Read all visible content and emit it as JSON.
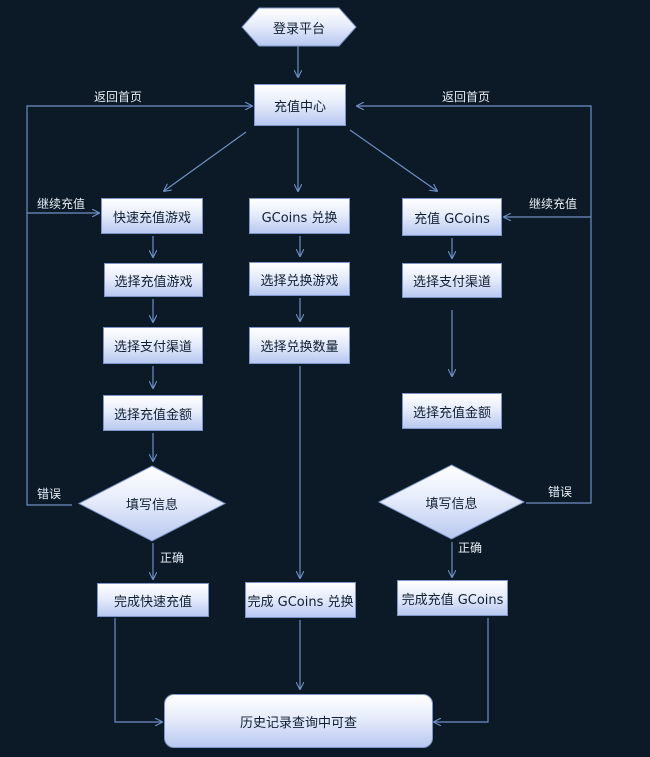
{
  "nodes": {
    "login": "登录平台",
    "recharge_center": "充值中心",
    "quick_recharge_game": "快速充值游戏",
    "gcoins_exchange": "GCoins 兑换",
    "recharge_gcoins": "充值 GCoins",
    "select_recharge_game": "选择充值游戏",
    "select_exchange_game": "选择兑换游戏",
    "select_pay_channel_left": "选择支付渠道",
    "select_exchange_amount": "选择兑换数量",
    "select_pay_channel_right": "选择支付渠道",
    "select_recharge_amount_left": "选择充值金额",
    "select_recharge_amount_right": "选择充值金额",
    "fill_info_left": "填写信息",
    "fill_info_right": "填写信息",
    "complete_quick_recharge": "完成快速充值",
    "complete_gcoins_exchange": "完成 GCoins 兑换",
    "complete_recharge_gcoins": "完成充值 GCoins",
    "history": "历史记录查询中可查"
  },
  "labels": {
    "back_home_left": "返回首页",
    "back_home_right": "返回首页",
    "continue_left": "继续充值",
    "continue_right": "继续充值",
    "error_left": "错误",
    "error_right": "错误",
    "correct_left": "正确",
    "correct_right": "正确"
  },
  "colors": {
    "background": "#0b1a26",
    "connector": "#6f8fc4",
    "node_border": "#7f95c9"
  }
}
